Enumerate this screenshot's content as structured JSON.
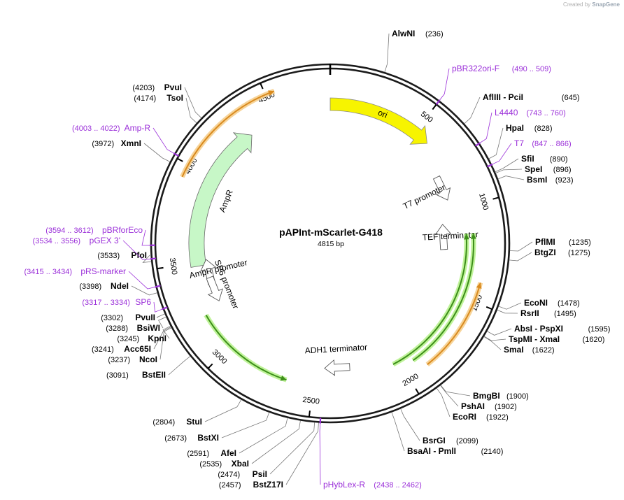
{
  "credit": {
    "prefix": "Created by",
    "brand": "SnapGene"
  },
  "plasmid": {
    "name": "pAPInt-mScarlet-G418",
    "size_label": "4815 bp",
    "length": 4815
  },
  "colors": {
    "backbone": "#1a1a1a",
    "feature_label": "#9b30d9",
    "enzyme_label": "#000000",
    "ori": "#f7f400",
    "ampr": "#c7f7c7",
    "orange_feature": "#d98a1e",
    "green_feature": "#3d8f1a"
  },
  "ticks": [
    {
      "bp": 500,
      "label": "500"
    },
    {
      "bp": 1000,
      "label": "1000"
    },
    {
      "bp": 1500,
      "label": "1500"
    },
    {
      "bp": 2000,
      "label": "2000"
    },
    {
      "bp": 2500,
      "label": "2500"
    },
    {
      "bp": 3000,
      "label": "3000"
    },
    {
      "bp": 3500,
      "label": "3500"
    },
    {
      "bp": 4000,
      "label": "4000"
    },
    {
      "bp": 4500,
      "label": "4500"
    }
  ],
  "features": [
    {
      "name": "ori",
      "label": "ori",
      "start": 0,
      "end": 590,
      "dir": 1,
      "type": "block",
      "color": "#f7f400"
    },
    {
      "name": "ampr",
      "label": "AmpR",
      "start": 3480,
      "end": 4335,
      "dir": 1,
      "type": "block",
      "color": "#c7f7c7"
    },
    {
      "name": "ampr-promoter",
      "label": "AmpR promoter",
      "start": 3390,
      "end": 3480,
      "dir": 1,
      "type": "hollow"
    },
    {
      "name": "t7-promoter",
      "label": "T7 promoter",
      "start": 845,
      "end": 866,
      "dir": 1,
      "type": "hollow"
    },
    {
      "name": "tef-terminator",
      "label": "TEF terminator",
      "start": 1085,
      "end": 1235,
      "dir": -1,
      "type": "hollow"
    },
    {
      "name": "sp6-promoter",
      "label": "SP6 promoter",
      "start": 3310,
      "end": 3335,
      "dir": -1,
      "type": "hollow"
    },
    {
      "name": "adh1-terminator",
      "label": "ADH1 terminator",
      "start": 2270,
      "end": 2460,
      "dir": 1,
      "type": "hollow"
    },
    {
      "name": "mscarlet-orange",
      "label": "",
      "start": 3935,
      "end": 4545,
      "dir": 1,
      "type": "line",
      "color": "#d98a1e"
    },
    {
      "name": "g418-orange",
      "label": "",
      "start": 1400,
      "end": 1890,
      "dir": -1,
      "type": "line",
      "color": "#d98a1e"
    },
    {
      "name": "green-1",
      "label": "",
      "start": 1150,
      "end": 2040,
      "dir": -1,
      "type": "line",
      "color": "#3d8f1a"
    },
    {
      "name": "green-2",
      "label": "",
      "start": 1150,
      "end": 1935,
      "dir": -1,
      "type": "line",
      "color": "#3d8f1a"
    },
    {
      "name": "green-3",
      "label": "",
      "start": 2645,
      "end": 3210,
      "dir": -1,
      "type": "line",
      "color": "#3d8f1a"
    }
  ],
  "labels_right": [
    {
      "name": "AlwNI",
      "pos": "(236)",
      "bp": 236,
      "kind": "enzyme"
    },
    {
      "name": "pBR322ori-F",
      "pos": "(490 .. 509)",
      "bp": 500,
      "kind": "primer"
    },
    {
      "name": "AflIII  - PciI",
      "pos": "(645)",
      "bp": 645,
      "kind": "enzyme"
    },
    {
      "name": "L4440",
      "pos": "(743 .. 760)",
      "bp": 751,
      "kind": "primer"
    },
    {
      "name": "HpaI",
      "pos": "(828)",
      "bp": 828,
      "kind": "enzyme"
    },
    {
      "name": "T7",
      "pos": "(847 .. 866)",
      "bp": 856,
      "kind": "primer"
    },
    {
      "name": "SfiI",
      "pos": "(890)",
      "bp": 890,
      "kind": "enzyme"
    },
    {
      "name": "SpeI",
      "pos": "(896)",
      "bp": 896,
      "kind": "enzyme"
    },
    {
      "name": "BsmI",
      "pos": "(923)",
      "bp": 923,
      "kind": "enzyme"
    },
    {
      "name": "PflMI",
      "pos": "(1235)",
      "bp": 1235,
      "kind": "enzyme"
    },
    {
      "name": "BtgZI",
      "pos": "(1275)",
      "bp": 1275,
      "kind": "enzyme"
    },
    {
      "name": "EcoNI",
      "pos": "(1478)",
      "bp": 1478,
      "kind": "enzyme"
    },
    {
      "name": "RsrII",
      "pos": "(1495)",
      "bp": 1495,
      "kind": "enzyme"
    },
    {
      "name": "AbsI  - PspXI",
      "pos": "(1595)",
      "bp": 1595,
      "kind": "enzyme"
    },
    {
      "name": "TspMI  - XmaI",
      "pos": "(1620)",
      "bp": 1620,
      "kind": "enzyme"
    },
    {
      "name": "SmaI",
      "pos": "(1622)",
      "bp": 1622,
      "kind": "enzyme"
    },
    {
      "name": "BmgBI",
      "pos": "(1900)",
      "bp": 1900,
      "kind": "enzyme"
    },
    {
      "name": "PshAI",
      "pos": "(1902)",
      "bp": 1902,
      "kind": "enzyme"
    },
    {
      "name": "EcoRI",
      "pos": "(1922)",
      "bp": 1922,
      "kind": "enzyme"
    },
    {
      "name": "BsrGI",
      "pos": "(2099)",
      "bp": 2099,
      "kind": "enzyme"
    },
    {
      "name": "BsaAI  - PmlI",
      "pos": "(2140)",
      "bp": 2140,
      "kind": "enzyme"
    },
    {
      "name": "pHybLex-R",
      "pos": "(2438 .. 2462)",
      "bp": 2450,
      "kind": "primer"
    }
  ],
  "labels_left": [
    {
      "name": "BstZ17I",
      "pos": "(2457)",
      "bp": 2457,
      "kind": "enzyme"
    },
    {
      "name": "PsiI",
      "pos": "(2474)",
      "bp": 2474,
      "kind": "enzyme"
    },
    {
      "name": "XbaI",
      "pos": "(2535)",
      "bp": 2535,
      "kind": "enzyme"
    },
    {
      "name": "AfeI",
      "pos": "(2591)",
      "bp": 2591,
      "kind": "enzyme"
    },
    {
      "name": "BstXI",
      "pos": "(2673)",
      "bp": 2673,
      "kind": "enzyme"
    },
    {
      "name": "StuI",
      "pos": "(2804)",
      "bp": 2804,
      "kind": "enzyme"
    },
    {
      "name": "BstEII",
      "pos": "(3091)",
      "bp": 3091,
      "kind": "enzyme"
    },
    {
      "name": "NcoI",
      "pos": "(3237)",
      "bp": 3237,
      "kind": "enzyme"
    },
    {
      "name": "Acc65I",
      "pos": "(3241)",
      "bp": 3241,
      "kind": "enzyme"
    },
    {
      "name": "KpnI",
      "pos": "(3245)",
      "bp": 3245,
      "kind": "enzyme"
    },
    {
      "name": "BsiWI",
      "pos": "(3288)",
      "bp": 3288,
      "kind": "enzyme"
    },
    {
      "name": "PvuII",
      "pos": "(3302)",
      "bp": 3302,
      "kind": "enzyme"
    },
    {
      "name": "SP6",
      "pos": "(3317 .. 3334)",
      "bp": 3325,
      "kind": "primer"
    },
    {
      "name": "NdeI",
      "pos": "(3398)",
      "bp": 3398,
      "kind": "enzyme"
    },
    {
      "name": "pRS-marker",
      "pos": "(3415 .. 3434)",
      "bp": 3424,
      "kind": "primer"
    },
    {
      "name": "PfoI",
      "pos": "(3533)",
      "bp": 3533,
      "kind": "enzyme"
    },
    {
      "name": "pGEX 3'",
      "pos": "(3534 .. 3556)",
      "bp": 3545,
      "kind": "primer"
    },
    {
      "name": "pBRforEco",
      "pos": "(3594 .. 3612)",
      "bp": 3603,
      "kind": "primer"
    },
    {
      "name": "XmnI",
      "pos": "(3972)",
      "bp": 3972,
      "kind": "enzyme"
    },
    {
      "name": "Amp-R",
      "pos": "(4003 .. 4022)",
      "bp": 4012,
      "kind": "primer"
    },
    {
      "name": "TsoI",
      "pos": "(4174)",
      "bp": 4174,
      "kind": "enzyme"
    },
    {
      "name": "PvuI",
      "pos": "(4203)",
      "bp": 4203,
      "kind": "enzyme"
    }
  ]
}
